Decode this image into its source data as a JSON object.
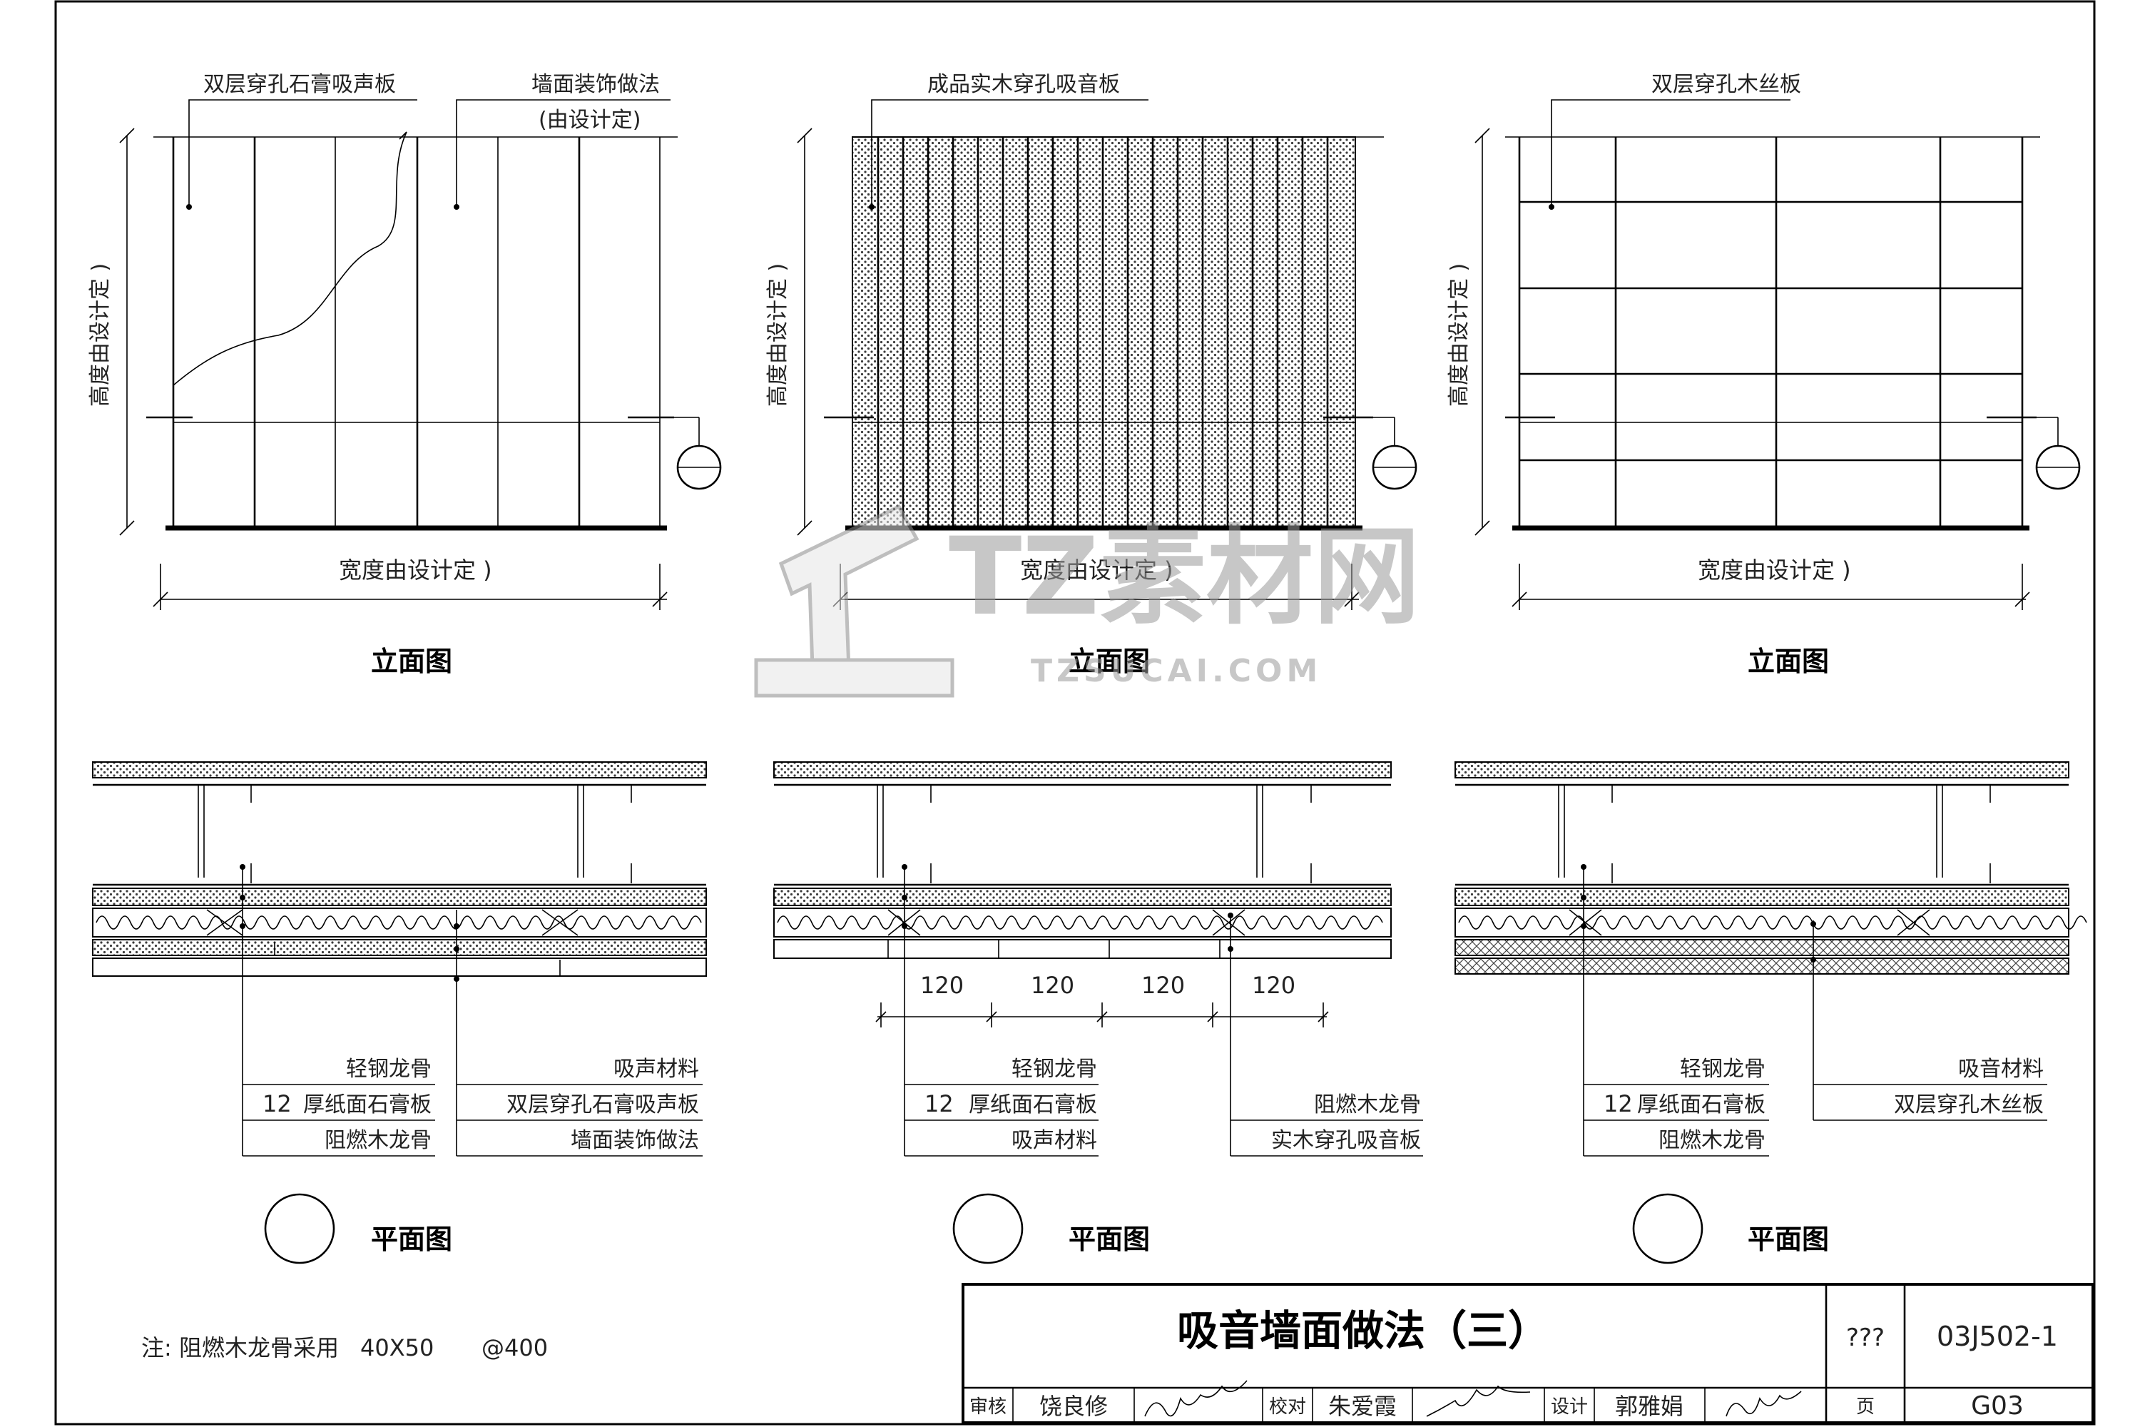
{
  "sheet": {
    "panel_left": {
      "elevation": {
        "callout_1": "双层穿孔石膏吸声板",
        "callout_2": "墙面装饰做法",
        "callout_2b": "(由设计定)",
        "height_label": "高度由设计定 )",
        "width_label": "宽度由设计定 )",
        "title": "立面图"
      },
      "plan": {
        "callouts_left": [
          "轻钢龙骨",
          "厚纸面石膏板",
          "阻燃木龙骨"
        ],
        "callouts_right": [
          "吸声材料",
          "双层穿孔石膏吸声板",
          "墙面装饰做法"
        ],
        "thickness": "12",
        "title": "平面图"
      }
    },
    "panel_mid": {
      "elevation": {
        "callout_1": "成品实木穿孔吸音板",
        "height_label": "高度由设计定 )",
        "width_label": "宽度由设计定 )",
        "title": "立面图"
      },
      "plan": {
        "dims": [
          "120",
          "120",
          "120",
          "120"
        ],
        "callouts_left": [
          "轻钢龙骨",
          "厚纸面石膏板",
          "吸声材料"
        ],
        "callouts_right": [
          "阻燃木龙骨",
          "实木穿孔吸音板"
        ],
        "thickness": "12",
        "title": "平面图"
      }
    },
    "panel_right": {
      "elevation": {
        "callout_1": "双层穿孔木丝板",
        "height_label": "高度由设计定 )",
        "width_label": "宽度由设计定 )",
        "title": "立面图"
      },
      "plan": {
        "callouts_left": [
          "轻钢龙骨",
          "厚纸面石膏板",
          "阻燃木龙骨"
        ],
        "callouts_right": [
          "吸音材料",
          "双层穿孔木丝板"
        ],
        "thickness": "12",
        "title": "平面图"
      }
    },
    "note": {
      "prefix": "注: 阻燃木龙骨采用",
      "size": "40X50",
      "spacing": "@400"
    },
    "watermark": {
      "text": "TZ素材网",
      "url": "TZSUCAI.COM"
    },
    "title_block": {
      "title": "吸音墙面做法（三）",
      "atlas_label": "???",
      "atlas_no": "03J502-1",
      "review_label": "审核",
      "reviewer": "饶良修",
      "check_label": "校对",
      "checker": "朱爱霞",
      "design_label": "设计",
      "designer": "郭雅娟",
      "page_label": "页",
      "page_no": "G03"
    }
  }
}
